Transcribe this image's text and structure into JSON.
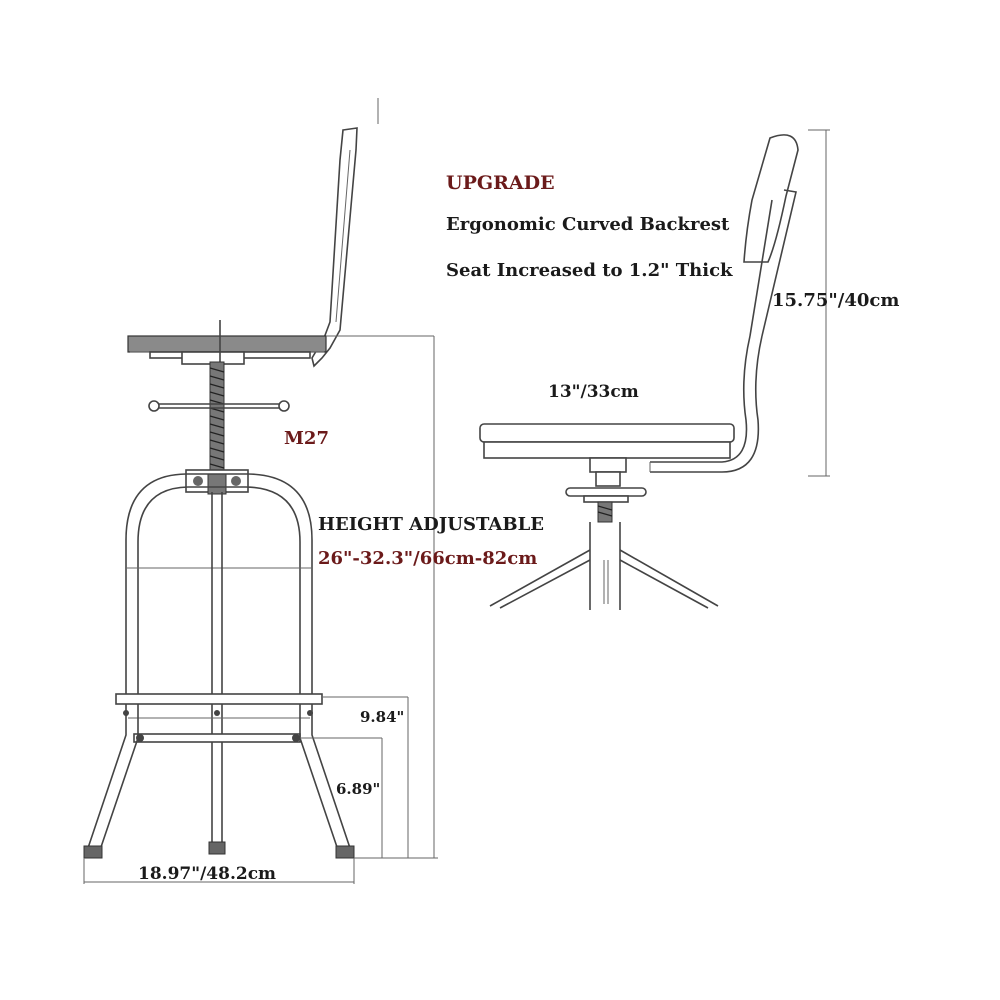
{
  "callout": {
    "upgrade": "UPGRADE",
    "backrest": "Ergonomic Curved Backrest",
    "seat": "Seat Increased to 1.2\" Thick"
  },
  "dimensions": {
    "thread": "M27",
    "height_title": "HEIGHT ADJUSTABLE",
    "height_range": "26\"-32.3\"/66cm-82cm",
    "footrest_upper": "9.84\"",
    "footrest_lower": "6.89\"",
    "base_width": "18.97\"/48.2cm",
    "seat_depth": "13\"/33cm",
    "backrest_height": "15.75\"/40cm"
  },
  "colors": {
    "accent": "#6b1a1a",
    "text": "#1a1a1a",
    "line": "#444444"
  }
}
